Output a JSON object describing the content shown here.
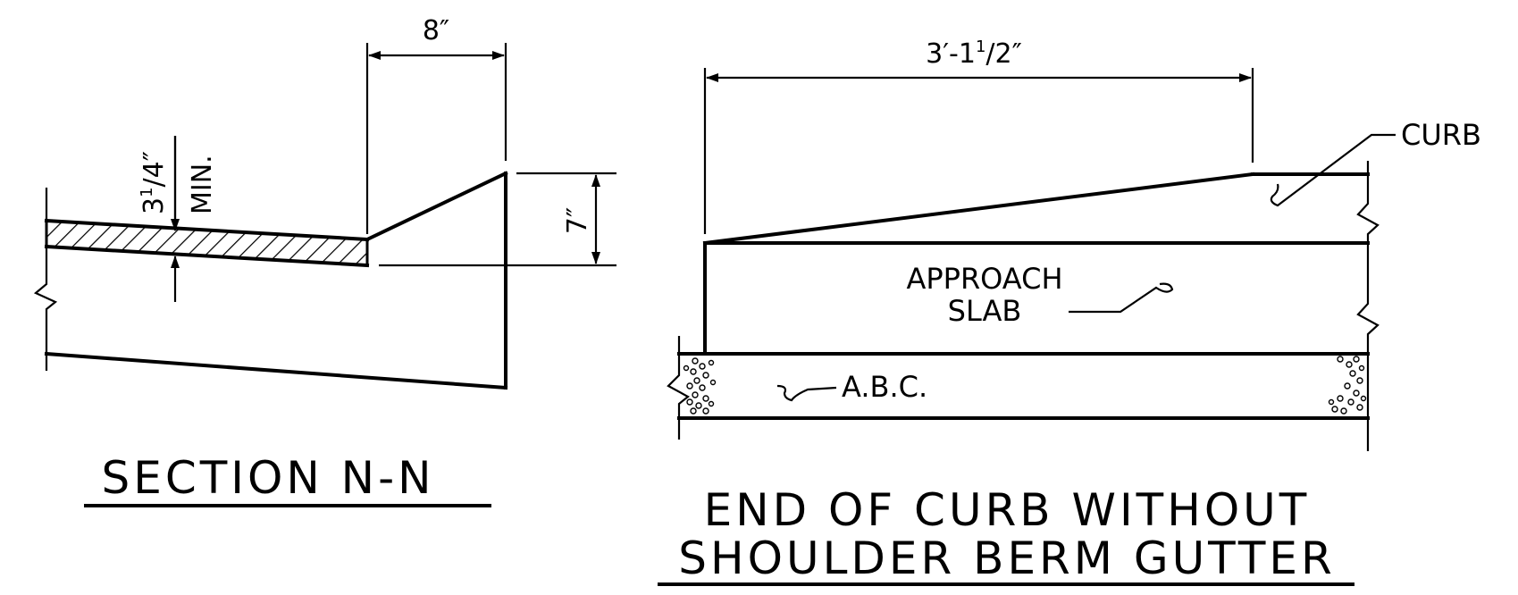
{
  "section_nn": {
    "dim_width": "8″",
    "dim_height": "7″",
    "dim_thickness_main": "3",
    "dim_thickness_num": "1",
    "dim_thickness_frac": "/4″",
    "dim_thickness_note": "MIN.",
    "title": "SECTION N-N"
  },
  "end_of_curb": {
    "dim_length": "3′-1",
    "dim_length_num": "1",
    "dim_length_frac": "/2″",
    "label_curb": "CURB",
    "label_slab_line1": "APPROACH",
    "label_slab_line2": "SLAB",
    "label_base": "A.B.C.",
    "title_line1": "END OF CURB WITHOUT",
    "title_line2": "SHOULDER BERM GUTTER"
  }
}
